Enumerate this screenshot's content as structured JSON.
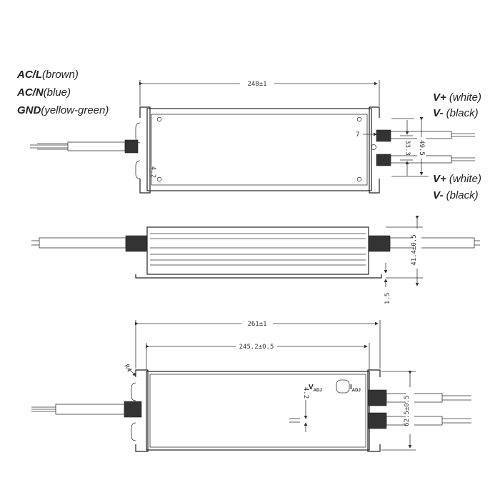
{
  "labels": {
    "ac_l": {
      "bold": "AC/L",
      "rest": "(brown)"
    },
    "ac_n": {
      "bold": "AC/N",
      "rest": "(blue)"
    },
    "gnd": {
      "bold": "GND",
      "rest": "(yellow-green)"
    },
    "v_plus_top": {
      "bold": "V+",
      "rest": " (white)"
    },
    "v_minus_top": {
      "bold": "V-",
      "rest": " (black)"
    },
    "v_plus_bottom": {
      "bold": "V+",
      "rest": " (white)"
    },
    "v_minus_bottom": {
      "bold": "V-",
      "rest": " (black)"
    }
  },
  "dimensions": {
    "top_length": "248±1",
    "top_mount_gap": "7",
    "top_output_pitch": "33.3",
    "top_height": "49.5",
    "top_hole": "4.2",
    "side_height": "41.4±0.5",
    "side_flange": "1.5",
    "bottom_overall": "261±1",
    "bottom_body": "245.2±0.5",
    "bottom_radius": "R4",
    "bottom_hole": "4.2",
    "bottom_height": "62.5±0.5"
  },
  "adjust": {
    "v_main": "V",
    "v_sub": "ADJ",
    "i_main": "I",
    "i_sub": "ADJ"
  }
}
